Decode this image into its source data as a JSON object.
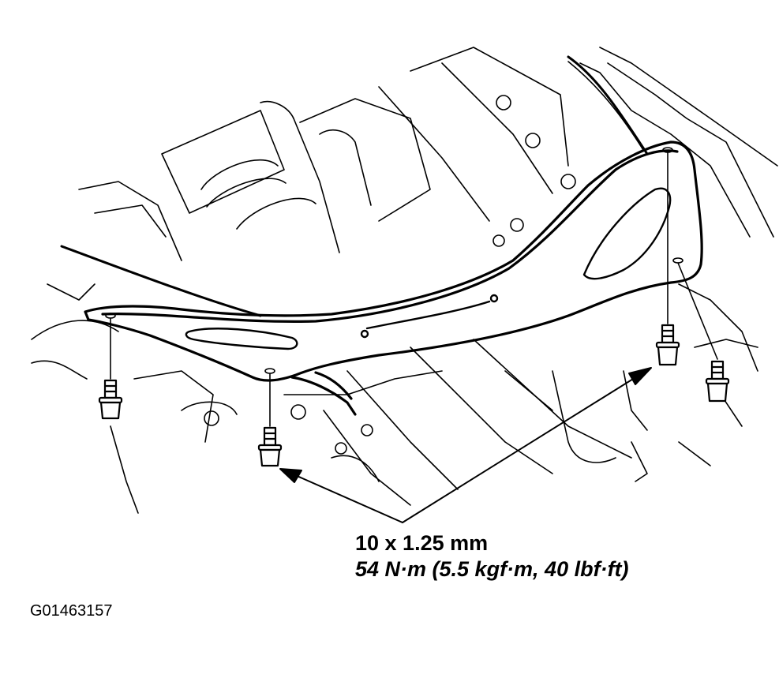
{
  "callout": {
    "size": "10 x 1.25 mm",
    "torque": "54 N·m (5.5 kgf·m, 40 lbf·ft)"
  },
  "figure": {
    "id": "G01463157"
  },
  "colors": {
    "line": "#000000",
    "background": "#ffffff"
  }
}
